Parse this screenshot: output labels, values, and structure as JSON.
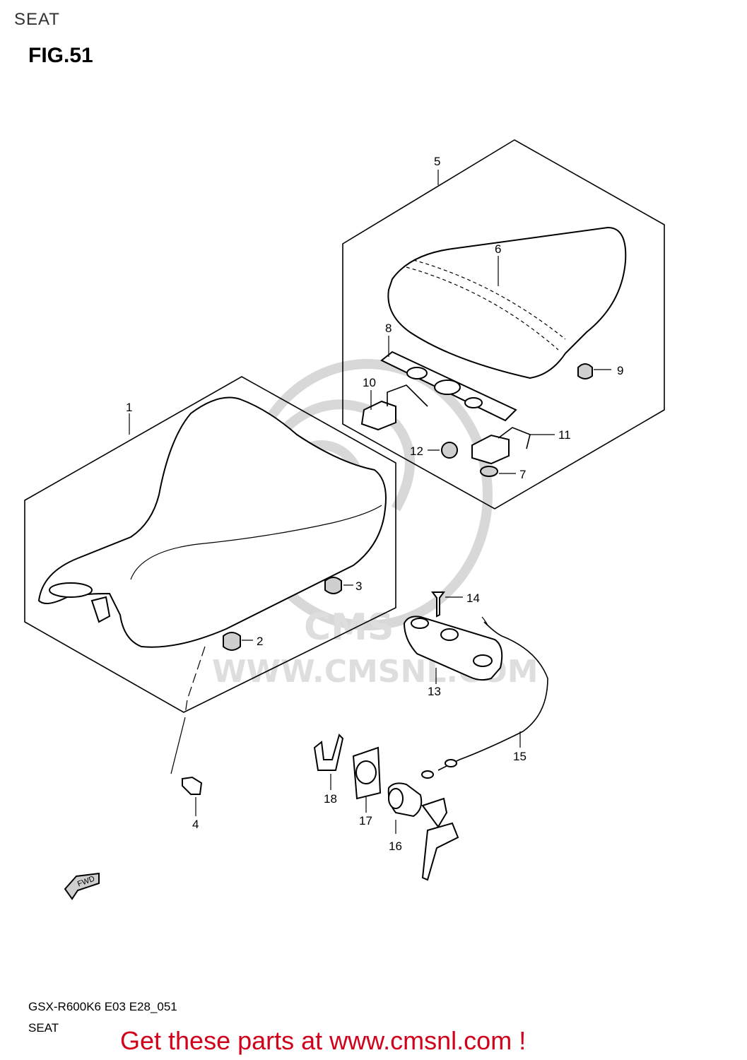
{
  "header": {
    "section": "SEAT",
    "figure": "FIG.51"
  },
  "watermark": {
    "text": "WWW.CMSNL.COM",
    "logo": "CMS"
  },
  "direction_badge": "FWD",
  "callouts": {
    "p1": "1",
    "p2": "2",
    "p3": "3",
    "p4": "4",
    "p5": "5",
    "p6": "6",
    "p7": "7",
    "p8": "8",
    "p9": "9",
    "p10": "10",
    "p11": "11",
    "p12": "12",
    "p13": "13",
    "p14": "14",
    "p15": "15",
    "p16": "16",
    "p17": "17",
    "p18": "18"
  },
  "footer": {
    "model": "GSX-R600K6 E03 E28_051",
    "section": "SEAT",
    "cta": "Get these parts at www.cmsnl.com !",
    "cta_color": "#d0021b"
  }
}
